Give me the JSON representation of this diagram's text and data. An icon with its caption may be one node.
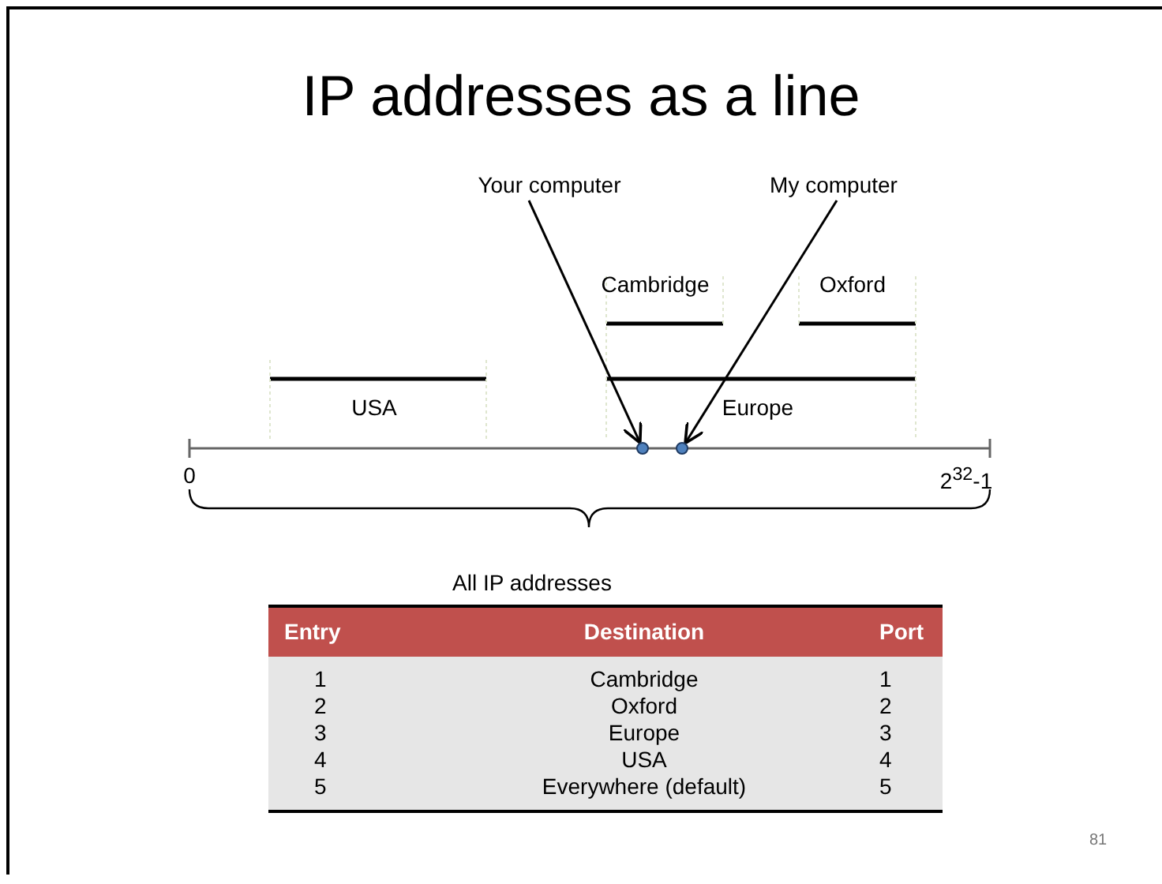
{
  "diagram": {
    "title": "IP addresses as a line",
    "nodes": [
      {
        "text": [
          "Your computer"
        ]
      },
      {
        "text": [
          "My computer"
        ]
      },
      {
        "text": [],
        "shape": "circle"
      },
      {
        "text": [],
        "shape": "circle"
      }
    ],
    "edges": [
      {
        "from": 0,
        "to": 2,
        "arrow": "to"
      },
      {
        "from": 1,
        "to": 3,
        "arrow": "to"
      }
    ],
    "labels": [
      "Cambridge",
      "Oxford",
      "USA",
      "Europe",
      "0",
      "2$^{32}$-1",
      "All IP addresses",
      "Entry",
      "Destination",
      "Port",
      "1",
      "Cambridge",
      "1",
      "2",
      "Oxford",
      "2",
      "3",
      "Europe",
      "3",
      "4",
      "USA",
      "4",
      "5",
      "Everywhere (default)",
      "5",
      "81"
    ]
  }
}
